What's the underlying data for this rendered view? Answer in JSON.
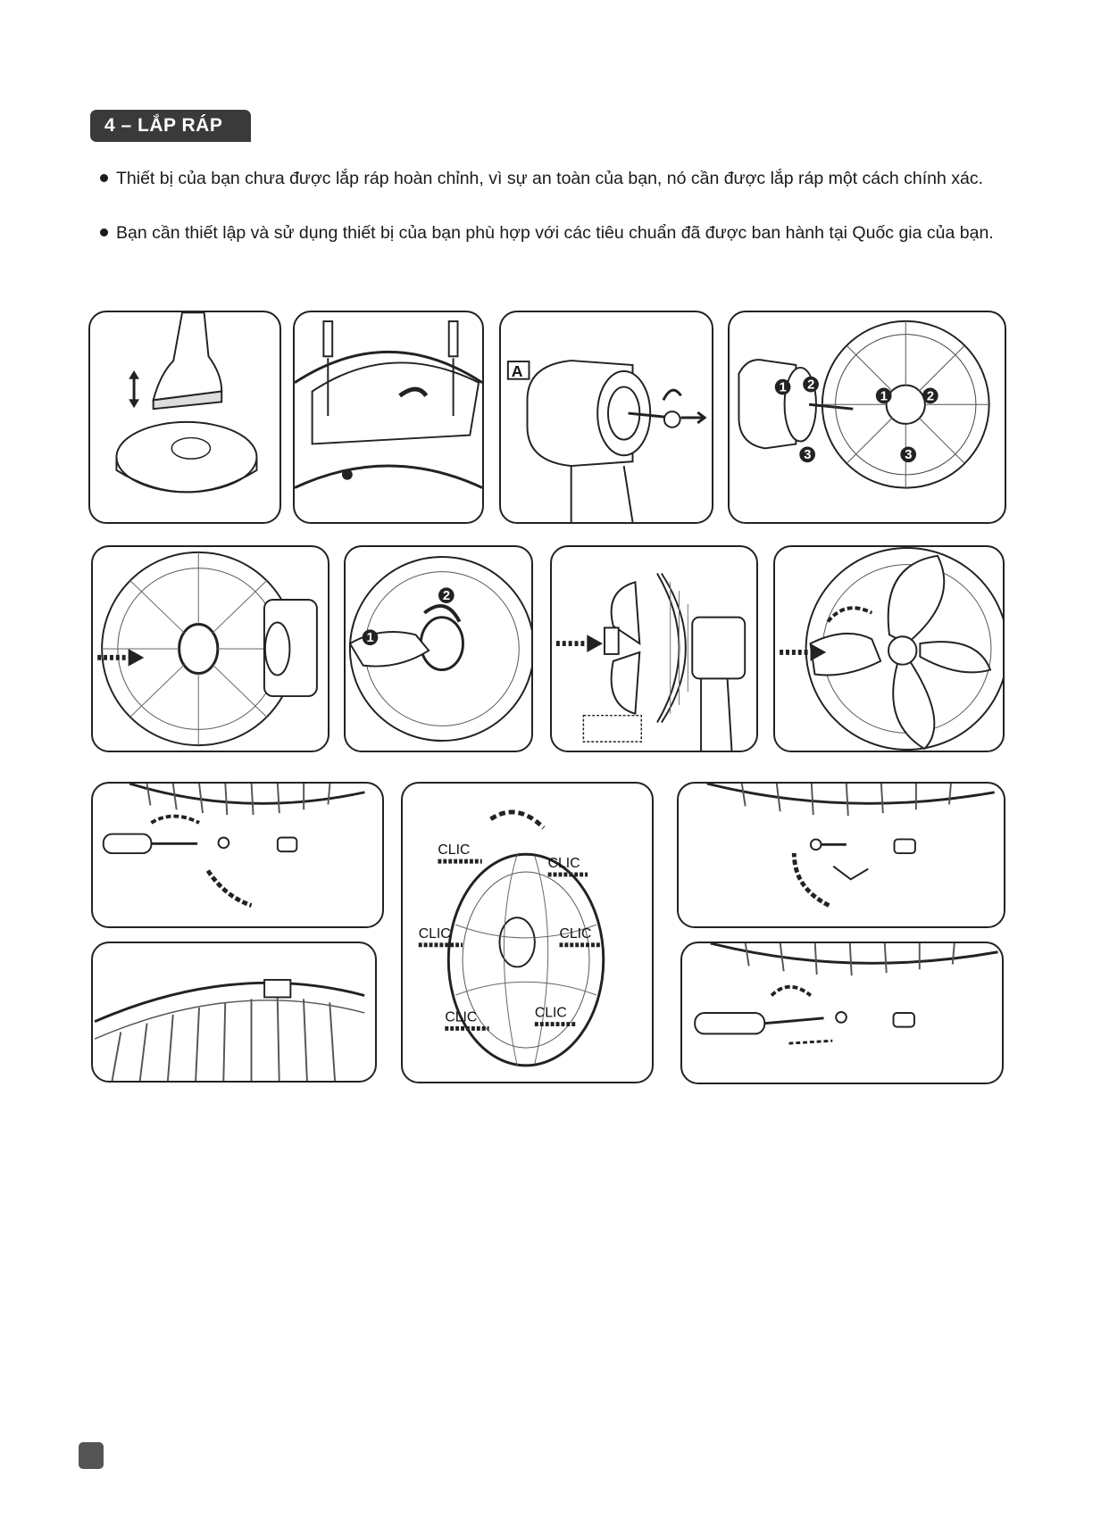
{
  "section": {
    "title": "4 – LẮP RÁP"
  },
  "paragraphs": [
    {
      "text": "Thiết bị của bạn chưa được lắp ráp hoàn chỉnh, vì sự an toàn của bạn, nó cần được lắp ráp một cách chính xác."
    },
    {
      "text": "Bạn cần thiết lập và sử dụng thiết bị của bạn phù hợp với các tiêu chuẩn đã được ban hành tại Quốc gia của bạn."
    }
  ],
  "figures": {
    "motor_label": "A",
    "step_numbers": [
      "1",
      "2",
      "3"
    ],
    "clic": "CLIC"
  },
  "colors": {
    "title_bg": "#3a3a3a",
    "ink": "#1a1a1a",
    "page_marker": "#555555"
  }
}
